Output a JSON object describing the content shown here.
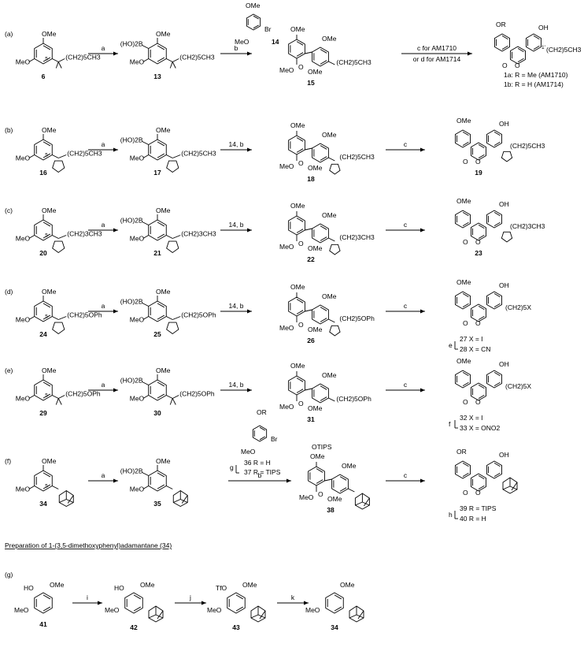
{
  "rows": [
    {
      "label": "(a)",
      "sm": "6",
      "reagent1": "a",
      "int1": "13",
      "reagent2": "b",
      "int2": "15",
      "reagent3": "c for AM1710",
      "reagent3b": "or d for AM1714",
      "prod": "1a: R = Me (AM1710)",
      "prod2": "1b: R = H (AM1714)",
      "chain": "(CH2)5CH3",
      "ester": "14"
    },
    {
      "label": "(b)",
      "sm": "16",
      "reagent1": "a",
      "int1": "17",
      "reagent2": "14, b",
      "int2": "18",
      "reagent3": "c",
      "prod": "19",
      "chain": "(CH2)5CH3"
    },
    {
      "label": "(c)",
      "sm": "20",
      "reagent1": "a",
      "int1": "21",
      "reagent2": "14, b",
      "int2": "22",
      "reagent3": "c",
      "prod": "23",
      "chain": "(CH2)3CH3"
    },
    {
      "label": "(d)",
      "sm": "24",
      "reagent1": "a",
      "int1": "25",
      "reagent2": "14, b",
      "int2": "26",
      "reagent3": "c",
      "prod": "27  X = I",
      "prod2": "28  X = CN",
      "step": "e",
      "chain": "(CH2)5OPh",
      "chainX": "(CH2)5X"
    },
    {
      "label": "(e)",
      "sm": "29",
      "reagent1": "a",
      "int1": "30",
      "reagent2": "14, b",
      "int2": "31",
      "reagent3": "c",
      "prod": "32  X = I",
      "prod2": "33  X = ONO2",
      "step": "f",
      "chain": "(CH2)5OPh",
      "chainX": "(CH2)5X"
    },
    {
      "label": "(f)",
      "sm": "34",
      "reagent1": "a",
      "int1": "35",
      "reagent2": "b",
      "int2": "38",
      "reagent3": "c",
      "prod": "39  R = TIPS",
      "prod2": "40  R = H",
      "step": "h",
      "ester": "36  R = H",
      "ester2": "37  R = TIPS",
      "esterstep": "g"
    }
  ],
  "prep_title": "Preparation of 1-(3,5-dimethoxyphenyl)adamantane (34)",
  "g_row": {
    "label": "(g)",
    "c1": "41",
    "r1": "i",
    "c2": "42",
    "r2": "j",
    "c3": "43",
    "r3": "k",
    "c4": "34"
  },
  "text": {
    "ome": "OMe",
    "meo": "MeO",
    "oh": "OH",
    "ho": "HO",
    "or": "OR",
    "boh2": "(HO)2B",
    "tfo": "TfO",
    "otips": "OTIPS",
    "br": "Br",
    "meooc": "MeO",
    "o": "O",
    "five": "5",
    "one_prime": "1'"
  }
}
